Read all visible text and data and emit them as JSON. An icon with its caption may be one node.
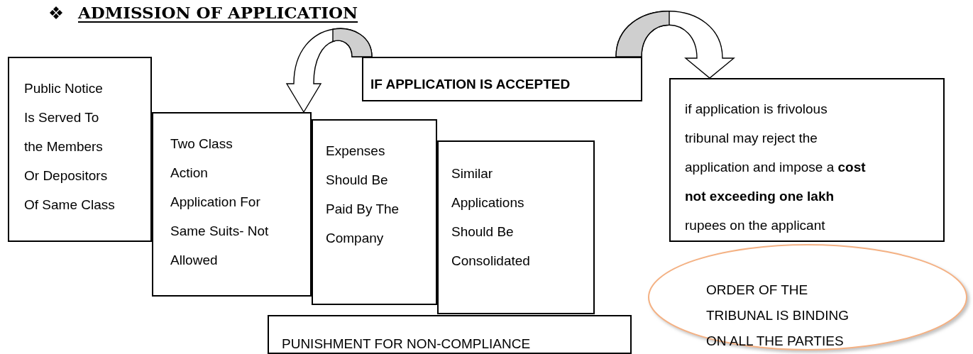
{
  "diagram": {
    "title": "ADMISSION OF APPLICATION",
    "nodes": [
      {
        "text": [
          "Public Notice Is Served To the Members Or Depositors Of Same Class"
        ]
      },
      {
        "text": [
          "Two Class Action Application For Same Suits- Not Allowed"
        ]
      },
      {
        "text": [
          "Expenses Should Be Paid By The Company"
        ]
      },
      {
        "text": [
          "Similar Applications Should Be Consolidated"
        ]
      },
      {
        "text": [
          "IF APPLICATION IS ACCEPTED"
        ]
      },
      {
        "text": [
          "if application is frivolous tribunal may reject the application and impose a **cost not exceeding one lakh** rupees on the applicant"
        ]
      },
      {
        "text": [
          "ORDER OF THE TRIBUNAL IS BINDING ON ALL THE PARTIES"
        ]
      },
      {
        "text": [
          "PUNISHMENT FOR NON-COMPLIANCE"
        ]
      }
    ],
    "edges": [
      {
        "from": 4,
        "to": 1,
        "arrow": "to"
      },
      {
        "from": 4,
        "to": 5,
        "arrow": "to"
      }
    ]
  }
}
